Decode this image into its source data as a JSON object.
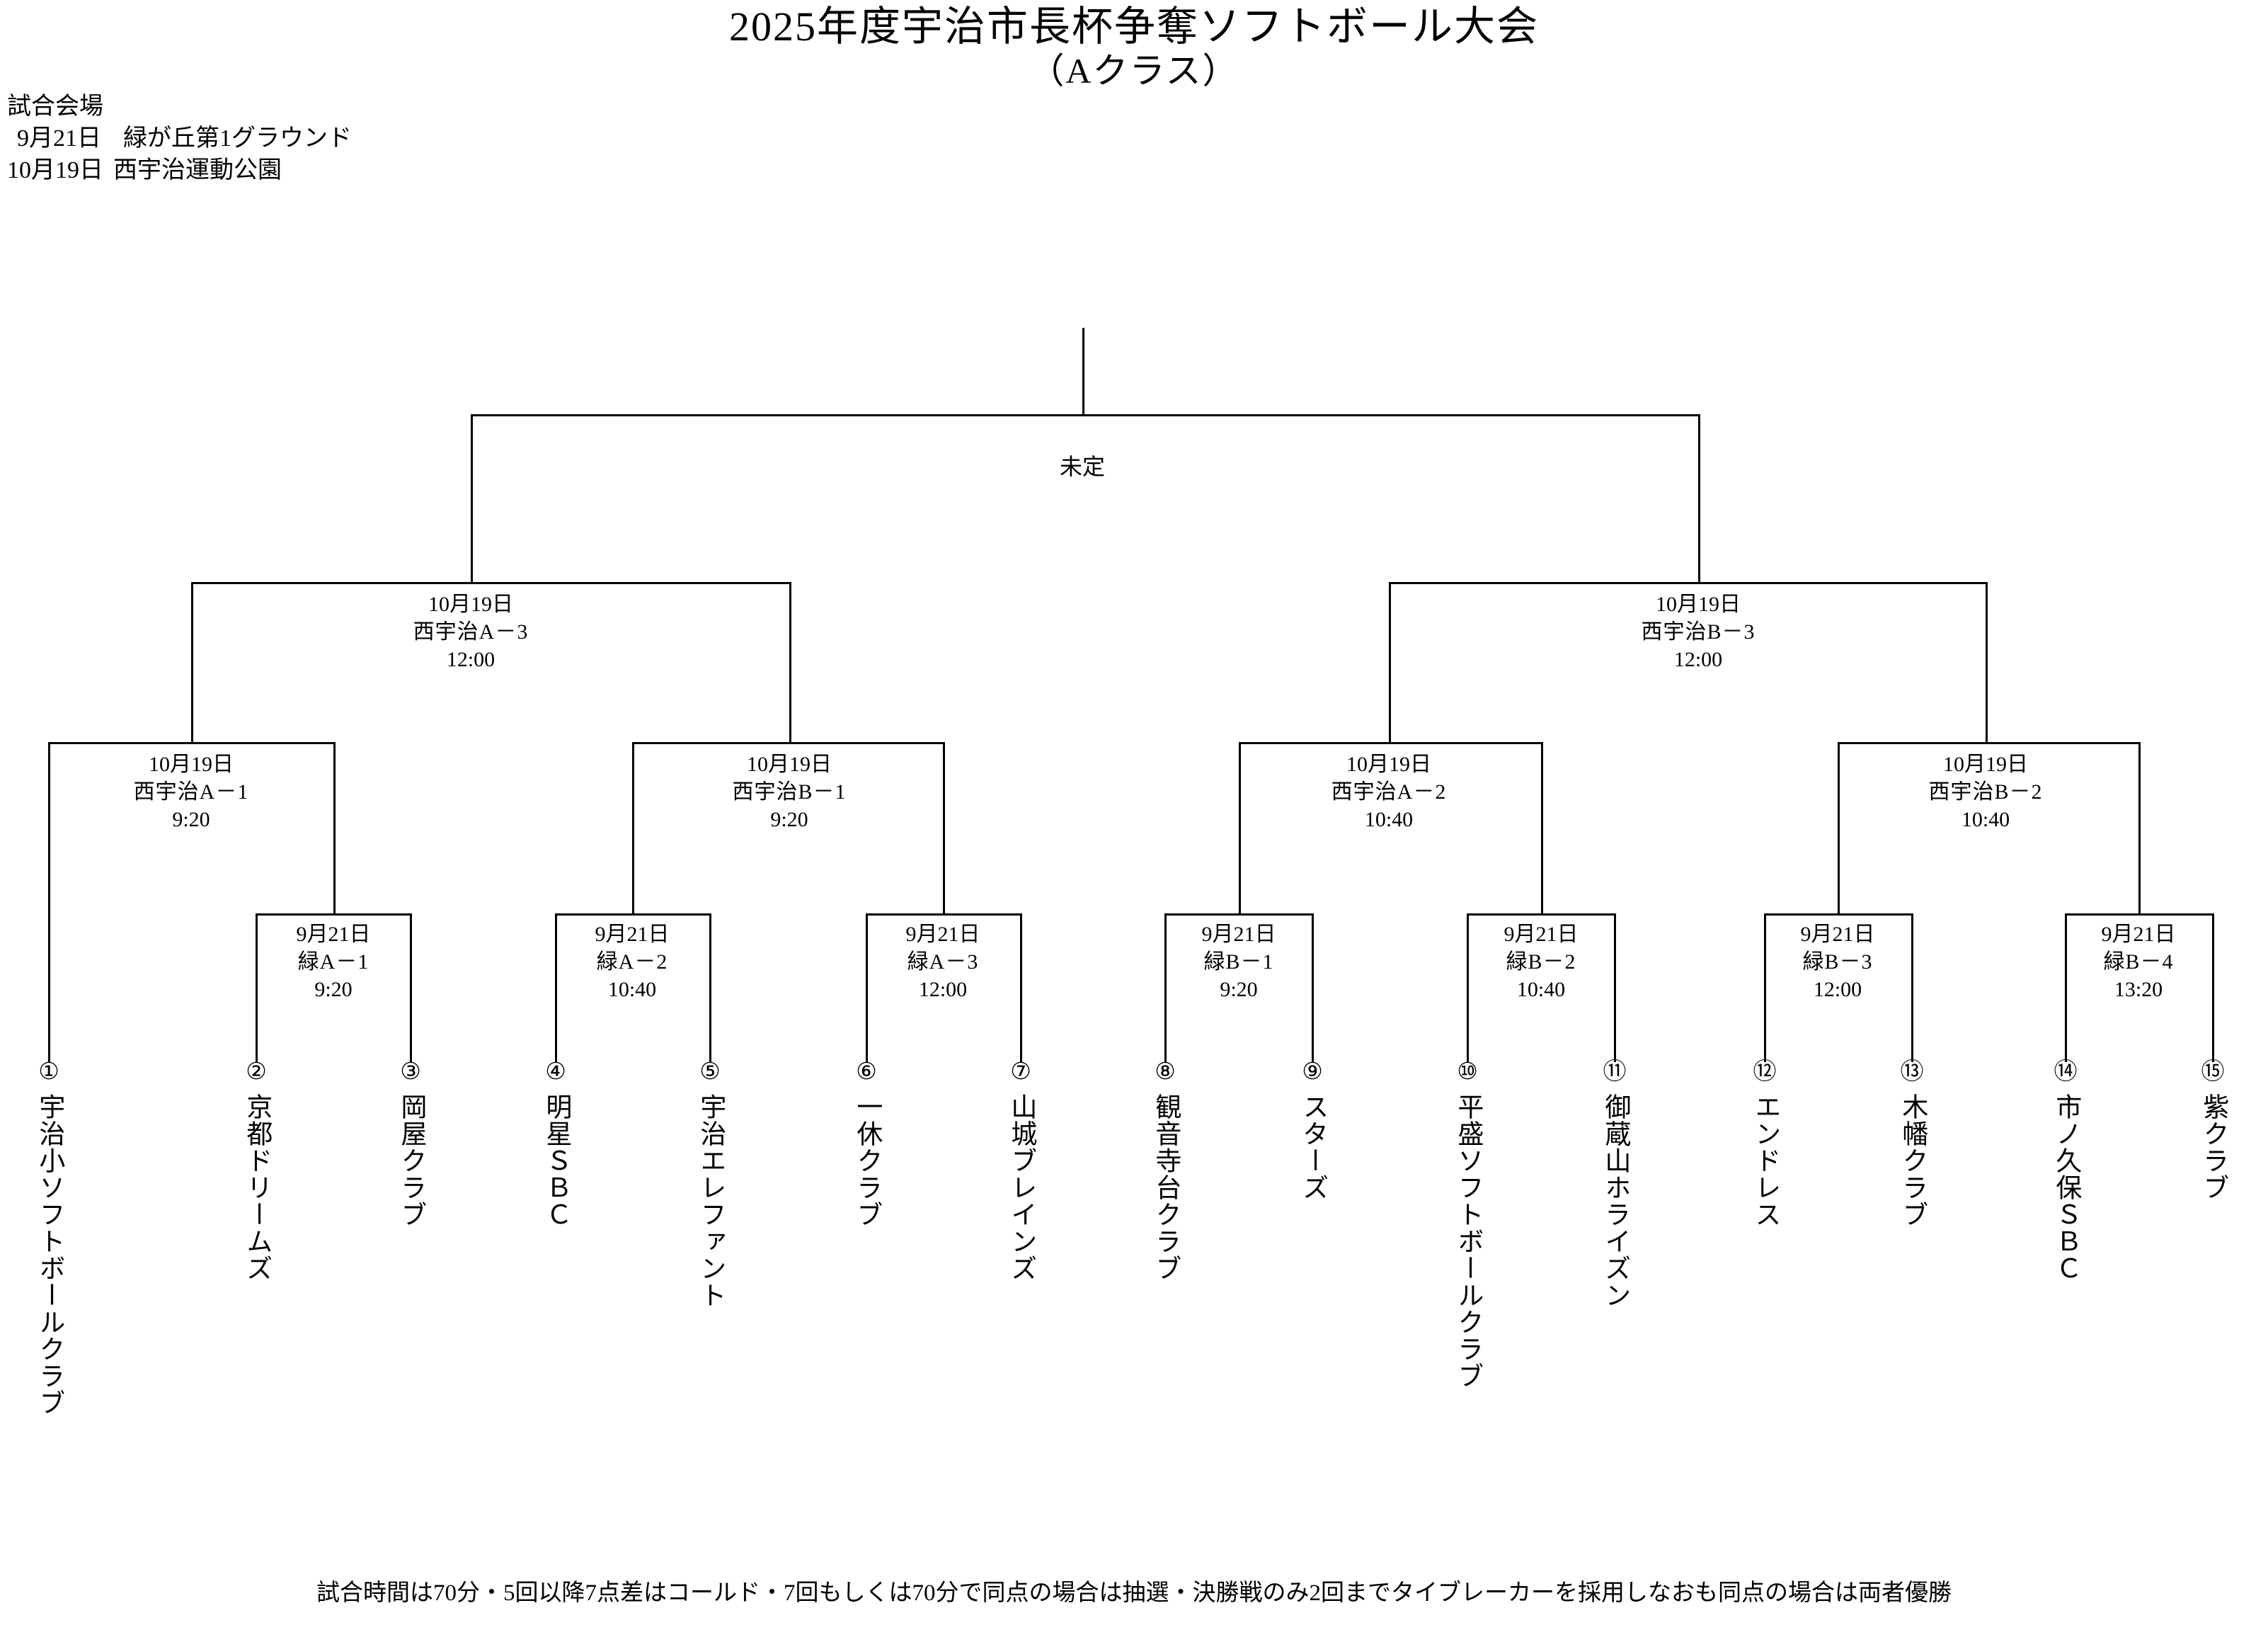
{
  "header": {
    "title_main": "2025年度宇治市長杯争奪ソフトボール大会",
    "title_sub": "（Aクラス）",
    "venue_heading": "試合会場",
    "venues": [
      {
        "date": "9月21日",
        "place": "緑が丘第1グラウンド"
      },
      {
        "date": "10月19日",
        "place": "西宇治運動公園"
      }
    ]
  },
  "final": {
    "label": "未定"
  },
  "rounds": {
    "semifinals": [
      {
        "date": "10月19日",
        "venue": "西宇治A－3",
        "time": "12:00"
      },
      {
        "date": "10月19日",
        "venue": "西宇治B－3",
        "time": "12:00"
      }
    ],
    "quarterfinals": [
      {
        "date": "10月19日",
        "venue": "西宇治A－1",
        "time": "9:20"
      },
      {
        "date": "10月19日",
        "venue": "西宇治B－1",
        "time": "9:20"
      },
      {
        "date": "10月19日",
        "venue": "西宇治A－2",
        "time": "10:40"
      },
      {
        "date": "10月19日",
        "venue": "西宇治B－2",
        "time": "10:40"
      }
    ],
    "first_round": [
      {
        "date": "9月21日",
        "venue": "緑A－1",
        "time": "9:20"
      },
      {
        "date": "9月21日",
        "venue": "緑A－2",
        "time": "10:40"
      },
      {
        "date": "9月21日",
        "venue": "緑A－3",
        "time": "12:00"
      },
      {
        "date": "9月21日",
        "venue": "緑B－1",
        "time": "9:20"
      },
      {
        "date": "9月21日",
        "venue": "緑B－2",
        "time": "10:40"
      },
      {
        "date": "9月21日",
        "venue": "緑B－3",
        "time": "12:00"
      },
      {
        "date": "9月21日",
        "venue": "緑B－4",
        "time": "13:20"
      }
    ]
  },
  "teams": [
    {
      "num": "①",
      "name": "宇治小ソフトボールクラブ"
    },
    {
      "num": "②",
      "name": "京都ドリームズ"
    },
    {
      "num": "③",
      "name": "岡屋クラブ"
    },
    {
      "num": "④",
      "name": "明星ＳＢＣ"
    },
    {
      "num": "⑤",
      "name": "宇治エレファント"
    },
    {
      "num": "⑥",
      "name": "一休クラブ"
    },
    {
      "num": "⑦",
      "name": "山城ブレインズ"
    },
    {
      "num": "⑧",
      "name": "観音寺台クラブ"
    },
    {
      "num": "⑨",
      "name": "スターズ"
    },
    {
      "num": "⑩",
      "name": "平盛ソフトボールクラブ"
    },
    {
      "num": "⑪",
      "name": "御蔵山ホライズン"
    },
    {
      "num": "⑫",
      "name": "エンドレス"
    },
    {
      "num": "⑬",
      "name": "木幡クラブ"
    },
    {
      "num": "⑭",
      "name": "市ノ久保ＳＢＣ"
    },
    {
      "num": "⑮",
      "name": "紫クラブ"
    }
  ],
  "footer": {
    "note": "試合時間は70分・5回以降7点差はコールド・7回もしくは70分で同点の場合は抽選・決勝戦のみ2回までタイブレーカーを採用しなおも同点の場合は両者優勝"
  }
}
